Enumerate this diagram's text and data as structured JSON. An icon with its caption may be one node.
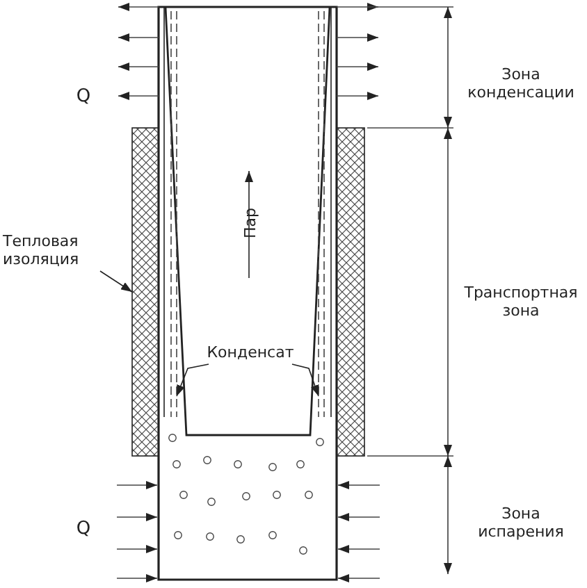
{
  "diagram": {
    "nodes": [
      {
        "text": [
          "Тепловая изоляция"
        ]
      },
      {
        "text": [],
        "shape": "box"
      },
      {
        "text": [
          "Конденсат"
        ]
      },
      {
        "text": [],
        "shape": "bar"
      },
      {
        "text": [],
        "shape": "bar"
      },
      {
        "text": [],
        "shape": "box"
      }
    ],
    "edges": [
      {
        "from": 0,
        "to": 1,
        "arrow": "to"
      },
      {
        "from": 2,
        "to": 3,
        "arrow": "to"
      },
      {
        "from": 2,
        "to": 4,
        "arrow": "to"
      }
    ],
    "labels": [
      "Q",
      "Зона конденсации",
      "Пар",
      "Транспортная зона",
      "Q",
      "Зона испарения"
    ]
  }
}
